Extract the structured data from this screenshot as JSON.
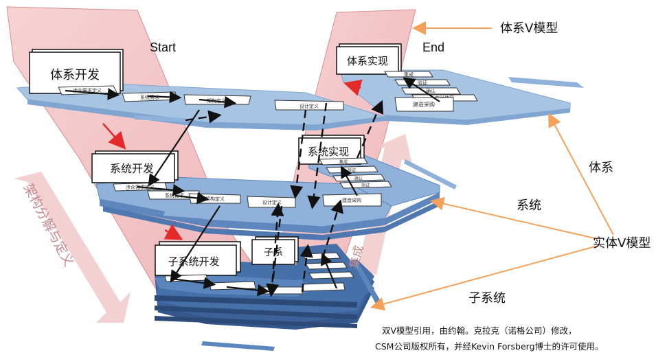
{
  "labels": {
    "start": "Start",
    "end": "End",
    "system_v_model": "体系V模型",
    "system_of_systems": "体系",
    "system": "系统",
    "subsystem": "子系统",
    "entity_v_model": "实体V模型",
    "arch_decomposition": "架构分解与定义",
    "integration": "集成"
  },
  "boxes": {
    "sos_dev": "体系开发",
    "sos_impl": "体系实现",
    "sys_dev": "系统开发",
    "sys_impl": "系统实现",
    "subsys_dev": "子系统开发",
    "subsys_impl": "子系"
  },
  "plate_items": {
    "top_left": [
      "涉众需求定义",
      "系统需求",
      "架构定义",
      "设计定义"
    ],
    "top_right": [
      "集成",
      "验证",
      "确认",
      "交付使用",
      "建造采购"
    ],
    "mid_left": [
      "涉众需求定义",
      "系统需求",
      "架构定义",
      "设计定义"
    ],
    "mid_right": [
      "集成",
      "验证",
      "确认",
      "测试",
      "建造采购"
    ]
  },
  "caption": {
    "line1": "双V模型引用，由约翰。克拉克（诺格公司）修改，",
    "line2": "CSM公司版权所有，并经Kevin Forsberg博士的许可使用。"
  },
  "colors": {
    "pink_band": "#f2c4c6",
    "pink_edge": "#d98c90",
    "plate_light": "#9fbfe0",
    "plate_mid": "#6f98c8",
    "plate_dark": "#3b5f93",
    "orange": "#f5a15b",
    "red_arrow": "#e52a2a"
  }
}
